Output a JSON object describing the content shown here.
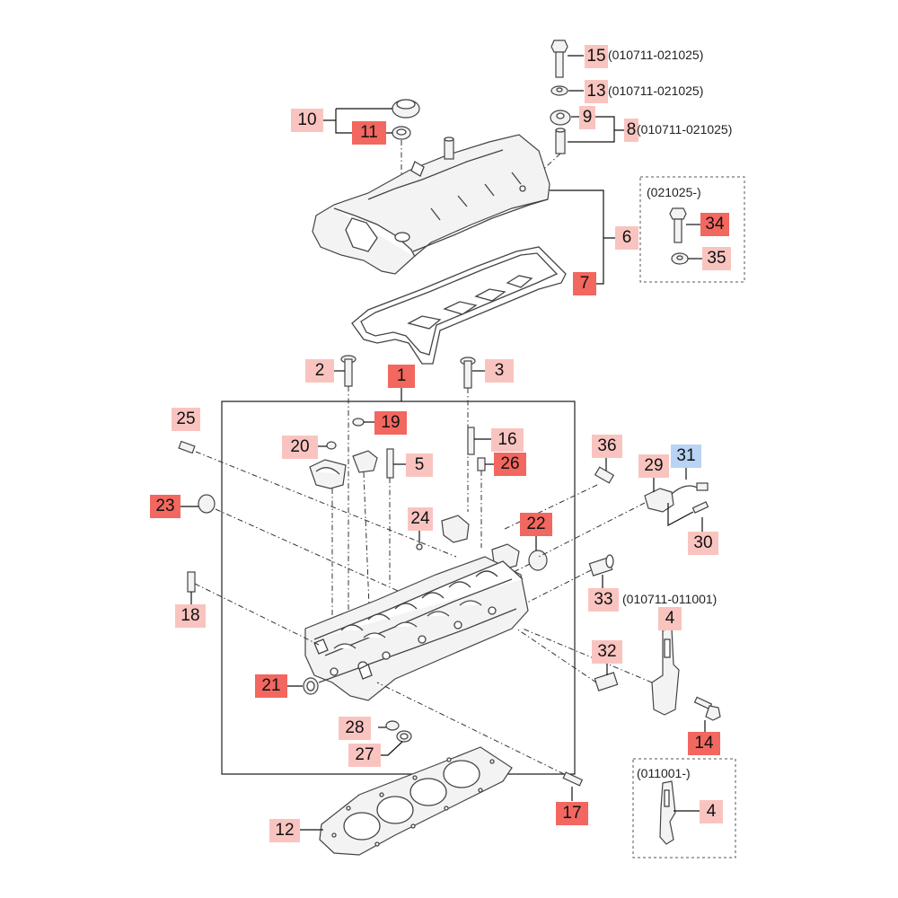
{
  "callouts": [
    {
      "id": "15",
      "label": "15",
      "style": "std"
    },
    {
      "id": "13",
      "label": "13",
      "style": "std"
    },
    {
      "id": "9",
      "label": "9",
      "style": "std"
    },
    {
      "id": "8",
      "label": "8",
      "style": "std"
    },
    {
      "id": "10",
      "label": "10",
      "style": "std"
    },
    {
      "id": "11",
      "label": "11",
      "style": "hi"
    },
    {
      "id": "6",
      "label": "6",
      "style": "std"
    },
    {
      "id": "7",
      "label": "7",
      "style": "hi"
    },
    {
      "id": "34",
      "label": "34",
      "style": "hi"
    },
    {
      "id": "35",
      "label": "35",
      "style": "std"
    },
    {
      "id": "2",
      "label": "2",
      "style": "std"
    },
    {
      "id": "3",
      "label": "3",
      "style": "std"
    },
    {
      "id": "1",
      "label": "1",
      "style": "hi"
    },
    {
      "id": "25",
      "label": "25",
      "style": "std"
    },
    {
      "id": "19",
      "label": "19",
      "style": "hi"
    },
    {
      "id": "20",
      "label": "20",
      "style": "std"
    },
    {
      "id": "16",
      "label": "16",
      "style": "std"
    },
    {
      "id": "5",
      "label": "5",
      "style": "std"
    },
    {
      "id": "26",
      "label": "26",
      "style": "hi"
    },
    {
      "id": "36",
      "label": "36",
      "style": "std"
    },
    {
      "id": "29",
      "label": "29",
      "style": "std"
    },
    {
      "id": "31",
      "label": "31",
      "style": "blue"
    },
    {
      "id": "23",
      "label": "23",
      "style": "hi"
    },
    {
      "id": "24",
      "label": "24",
      "style": "std"
    },
    {
      "id": "22",
      "label": "22",
      "style": "hi"
    },
    {
      "id": "30",
      "label": "30",
      "style": "std"
    },
    {
      "id": "33",
      "label": "33",
      "style": "std"
    },
    {
      "id": "18",
      "label": "18",
      "style": "std"
    },
    {
      "id": "4a",
      "label": "4",
      "style": "std"
    },
    {
      "id": "32",
      "label": "32",
      "style": "std"
    },
    {
      "id": "21",
      "label": "21",
      "style": "hi"
    },
    {
      "id": "14",
      "label": "14",
      "style": "hi"
    },
    {
      "id": "28",
      "label": "28",
      "style": "std"
    },
    {
      "id": "27",
      "label": "27",
      "style": "std"
    },
    {
      "id": "17",
      "label": "17",
      "style": "hi"
    },
    {
      "id": "12",
      "label": "12",
      "style": "std"
    },
    {
      "id": "4b",
      "label": "4",
      "style": "std"
    }
  ],
  "notes": {
    "n15": "(010711-021025)",
    "n13": "(010711-021025)",
    "n8": "(010711-021025)",
    "box_upper": "(021025-)",
    "n33": "(010711-011001)",
    "box_lower": "(011001-)"
  },
  "colors": {
    "callout_standard": "#f9c4c0",
    "callout_highlight": "#f2675f",
    "callout_selected": "#b8d3f3"
  }
}
